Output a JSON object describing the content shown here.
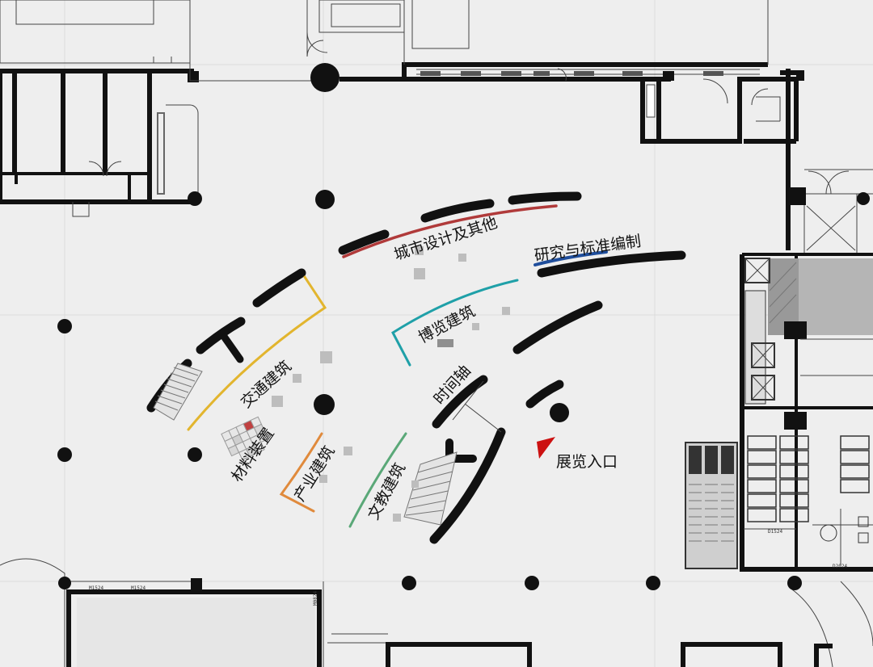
{
  "zones": [
    {
      "id": "urban",
      "label": "城市设计及其他",
      "color": "#b03a3a"
    },
    {
      "id": "research",
      "label": "研究与标准编制",
      "color": "#1f4e9c"
    },
    {
      "id": "exhibition",
      "label": "博览建筑",
      "color": "#1fa0a8"
    },
    {
      "id": "transport",
      "label": "交通建筑",
      "color": "#e2b52e"
    },
    {
      "id": "timeline",
      "label": "时间轴",
      "color": "#111111"
    },
    {
      "id": "material",
      "label": "材料装置",
      "color": "#c04040"
    },
    {
      "id": "industry",
      "label": "产业建筑",
      "color": "#e08a3c"
    },
    {
      "id": "education",
      "label": "文教建筑",
      "color": "#5aa878"
    }
  ],
  "entrance": {
    "label": "展览入口",
    "color": "#cc1111"
  },
  "plan_labels": [
    "D1524",
    "M1524",
    "M1524",
    "M0824",
    "D2024"
  ],
  "colors": {
    "background": "#eeeeee",
    "wall": "#111111",
    "thin_line": "#444444"
  }
}
